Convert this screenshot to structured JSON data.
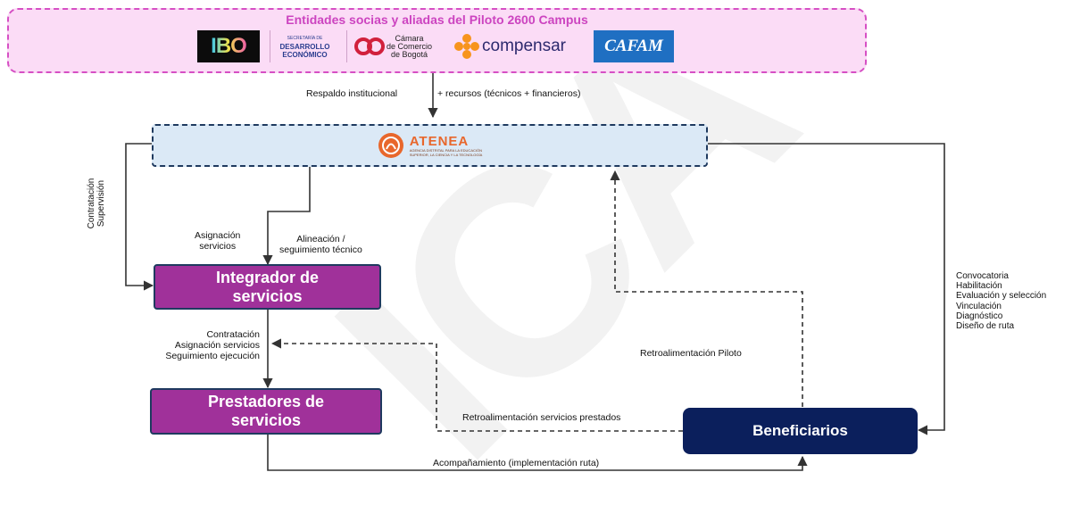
{
  "partners": {
    "title": "Entidades socias y aliadas del Piloto 2600 Campus",
    "logos": {
      "ibo": "IBO",
      "sde_line1": "SECRETARÍA DE",
      "sde_line2": "DESARROLLO",
      "sde_line3": "ECONÓMICO",
      "ccb_line1": "Cámara",
      "ccb_line2": "de Comercio",
      "ccb_line3": "de Bogotá",
      "compensar": "compensar",
      "cafam": "CAFAM"
    }
  },
  "atenea": {
    "name": "ATENEA",
    "tagline_line1": "AGENCIA DISTRITAL PARA LA EDUCACIÓN",
    "tagline_line2": "SUPERIOR, LA CIENCIA Y LA TECNOLOGÍA"
  },
  "nodes": {
    "integrador": "Integrador de servicios",
    "prestadores": "Prestadores de servicios",
    "beneficiarios": "Beneficiarios"
  },
  "edges": {
    "respaldo": "Respaldo institucional",
    "recursos": "+ recursos (técnicos + financieros)",
    "contratacion_supervision_1": "Contratación",
    "contratacion_supervision_2": "Supervisión",
    "asignacion_1": "Asignación",
    "asignacion_2": "servicios",
    "alineacion_1": "Alineación /",
    "alineacion_2": "seguimiento técnico",
    "integrador_prest_1": "Contratación",
    "integrador_prest_2": "Asignación servicios",
    "integrador_prest_3": "Seguimiento ejecución",
    "retro_piloto": "Retroalimentación Piloto",
    "retro_servicios": "Retroalimentación servicios prestados",
    "acompanamiento": "Acompañamiento (implementación ruta)",
    "beneficiarios_steps": [
      "Convocatoria",
      "Habilitación",
      "Evaluación y selección",
      "Vinculación",
      "Diagnóstico",
      "Diseño de ruta"
    ]
  },
  "watermark": "ICA",
  "colors": {
    "partner_border": "#d64fc4",
    "partner_fill": "#fbdcf6",
    "partner_title": "#cc44c0",
    "atenea_border": "#1f3a5f",
    "atenea_fill": "#dbe9f6",
    "node_purple": "#a0319a",
    "node_purple_border": "#1f3a5f",
    "node_navy": "#0b1f5c",
    "arrow": "#333333"
  }
}
